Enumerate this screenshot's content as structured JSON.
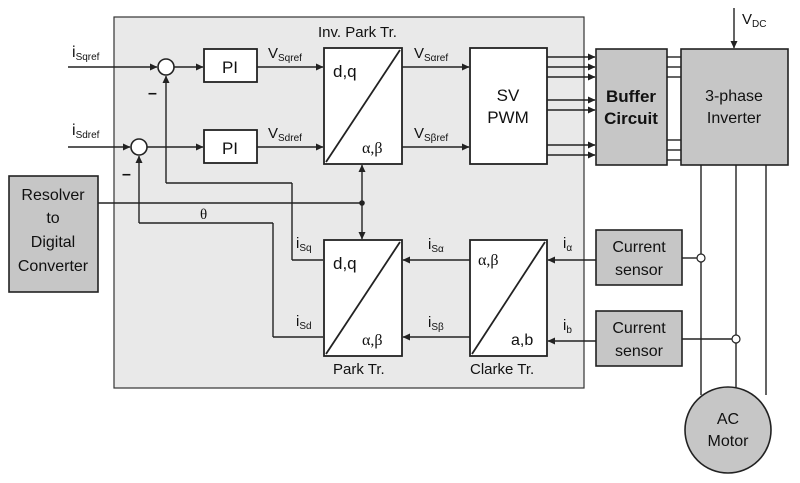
{
  "labels": {
    "inv_park_title": "Inv. Park Tr.",
    "park_title": "Park Tr.",
    "clarke_title": "Clarke Tr.",
    "pi": "PI",
    "svpwm_line1": "SV",
    "svpwm_line2": "PWM",
    "buffer_line1": "Buffer",
    "buffer_line2": "Circuit",
    "inverter_line1": "3-phase",
    "inverter_line2": "Inverter",
    "resolver_line1": "Resolver",
    "resolver_line2": "to",
    "resolver_line3": "Digital",
    "resolver_line4": "Converter",
    "current_line1": "Current",
    "current_line2": "sensor",
    "motor_line1": "AC",
    "motor_line2": "Motor",
    "dq": "d,q",
    "alphabeta": "α,β",
    "ab": "a,b",
    "theta": "θ",
    "minus": "–",
    "vdc": "V",
    "vdc_sub": "DC",
    "isqref": "i",
    "isqref_sub": "Sqref",
    "isdref": "i",
    "isdref_sub": "Sdref",
    "vsqref": "V",
    "vsqref_sub": "Sqref",
    "vsdref": "V",
    "vsdref_sub": "Sdref",
    "vsaref": "V",
    "vsaref_sub": "Sαref",
    "vsbref": "V",
    "vsbref_sub": "Sβref",
    "isq": "i",
    "isq_sub": "Sq",
    "isd": "i",
    "isd_sub": "Sd",
    "isa": "i",
    "isa_sub": "Sα",
    "isb": "i",
    "isb_sub": "Sβ",
    "ia": "i",
    "ia_sub": "α",
    "ib": "i",
    "ib_sub": "b"
  },
  "colors": {
    "panel": "#e9e9e9",
    "block_gray": "#c6c6c6",
    "line": "#222222"
  }
}
